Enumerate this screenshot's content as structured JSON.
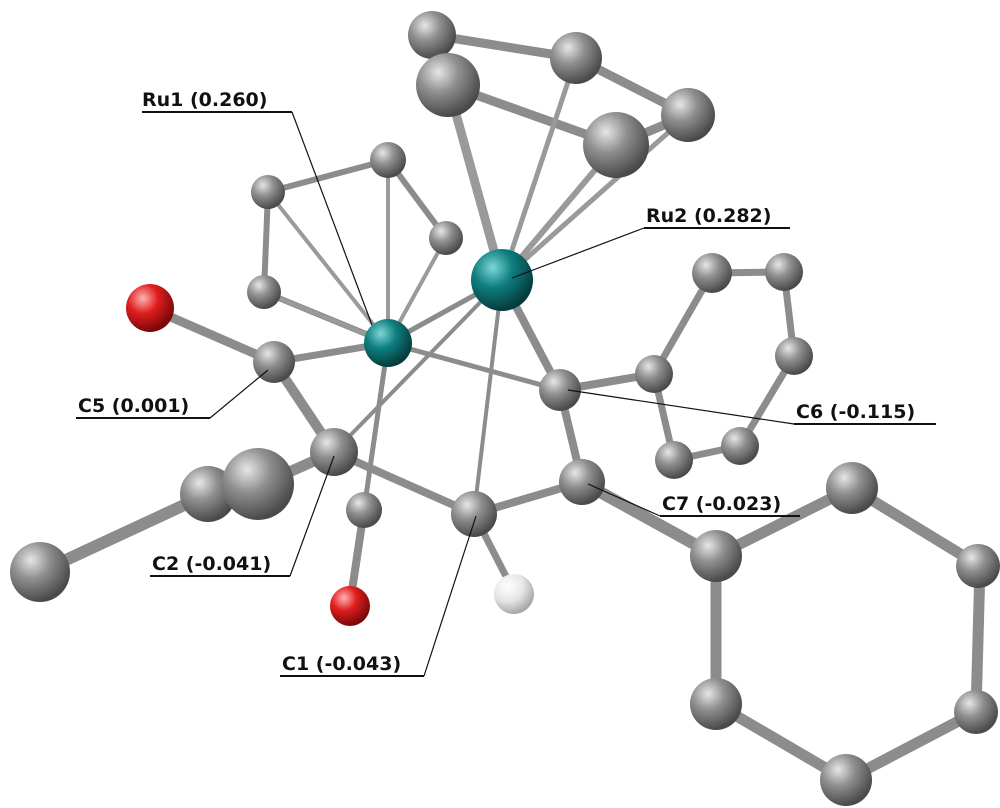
{
  "labels": {
    "ru1": "Ru1 (0.260)",
    "ru2": "Ru2 (0.282)",
    "c5": "C5 (0.001)",
    "c6": "C6 (-0.115)",
    "c7": "C7 (-0.023)",
    "c2": "C2 (-0.041)",
    "c1": "C1 (-0.043)"
  },
  "colors": {
    "carbon": "#8a8a8a",
    "ruthenium": "#0e7a7a",
    "oxygen": "#e02020",
    "hydrogen": "#e8e8e8"
  }
}
